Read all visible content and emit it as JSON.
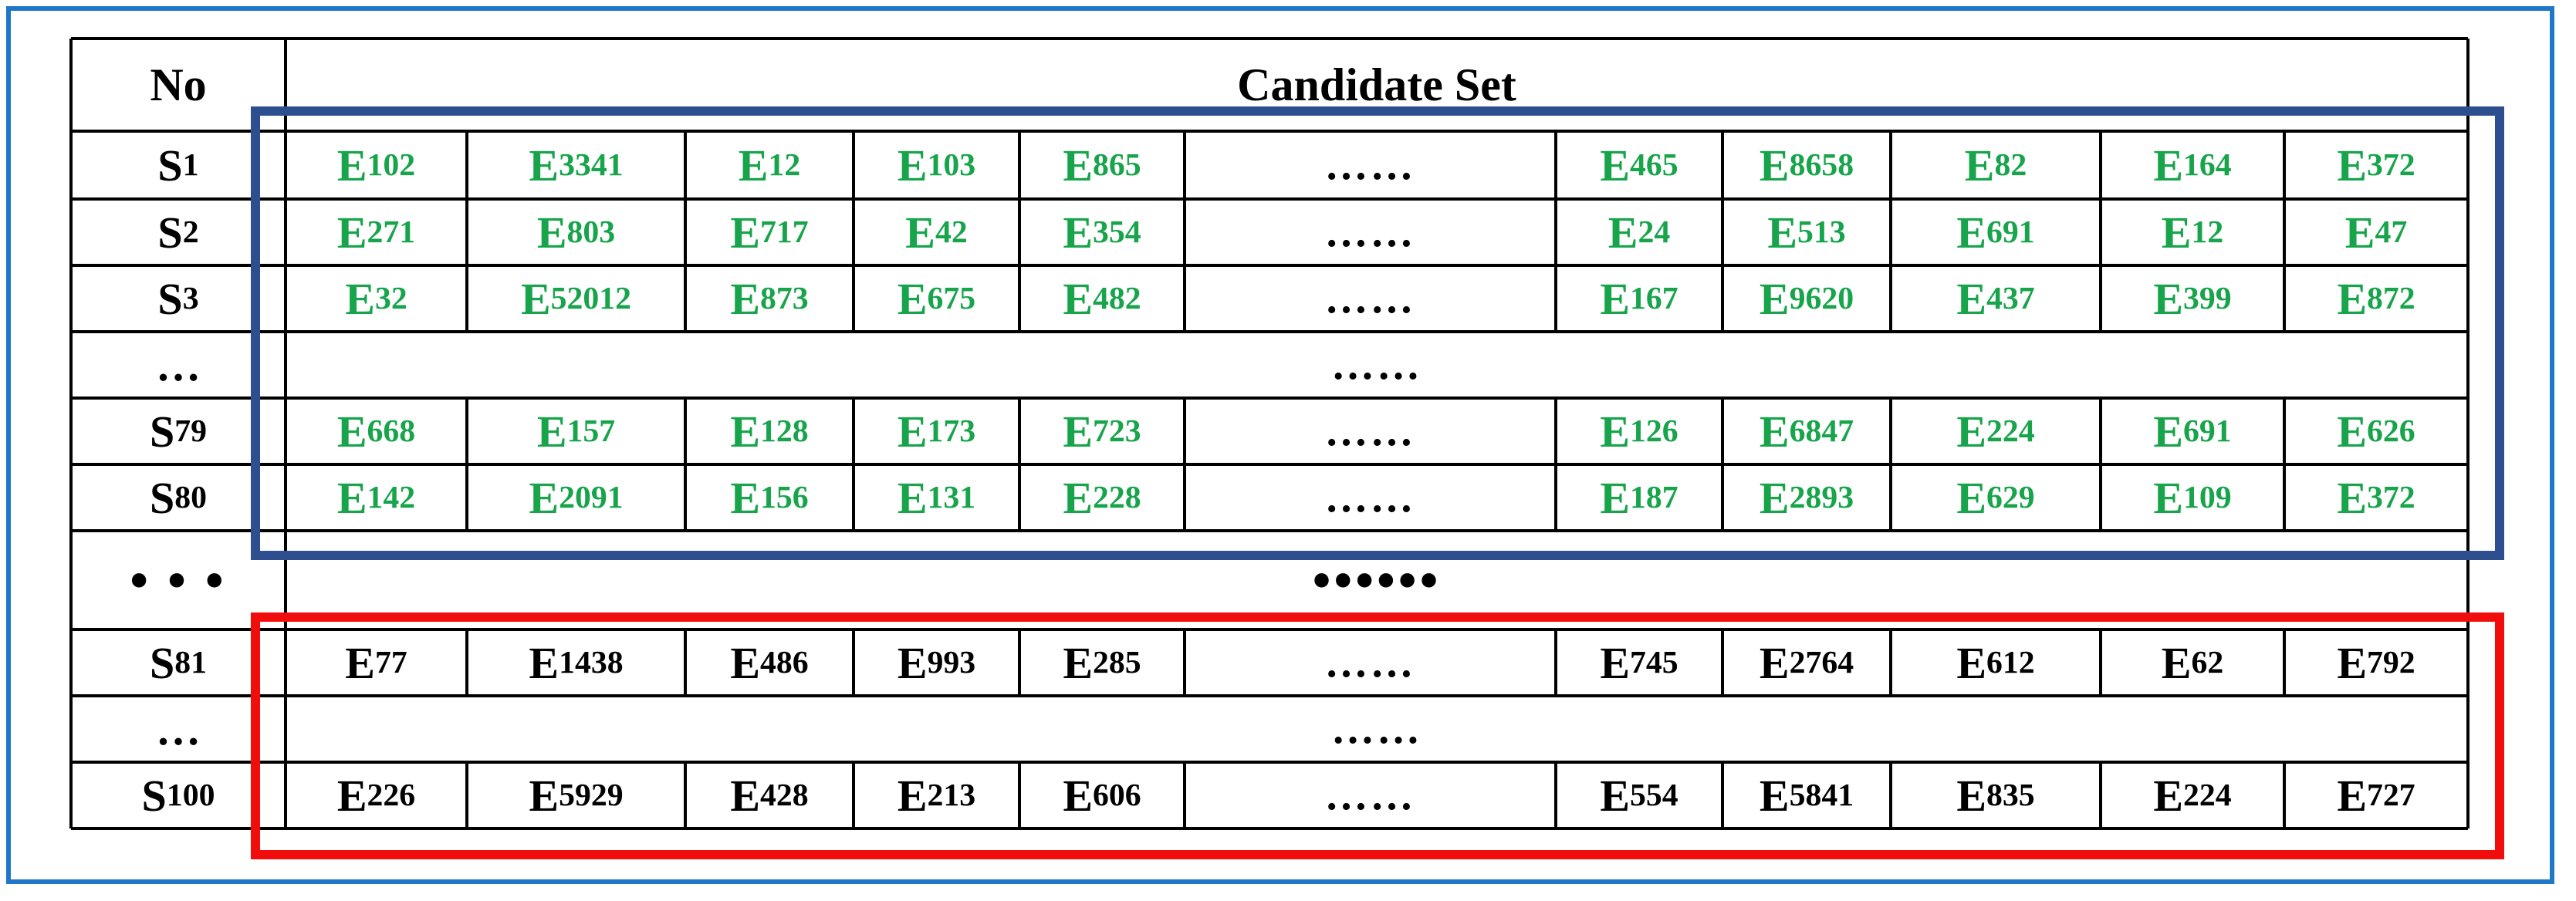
{
  "header": {
    "no_label": "No",
    "set_label": "Candidate Set"
  },
  "ellipsis_cell": "……",
  "ellipsis_row_label": "…",
  "ellipsis_row_label_big": "• • •",
  "ellipsis_row_big": "••••••",
  "colors": {
    "selected_text": "#17a44b",
    "other_text": "#000000",
    "blue_box": "#2e4f8f",
    "red_box": "#f20d0d",
    "outer_frame": "#1f77c8"
  },
  "rows": [
    {
      "label": "S",
      "sub": "1",
      "type": "data",
      "color": "green",
      "entries": [
        "102",
        "3341",
        "12",
        "103",
        "865",
        "465",
        "8658",
        "82",
        "164",
        "372"
      ]
    },
    {
      "label": "S",
      "sub": "2",
      "type": "data",
      "color": "green",
      "entries": [
        "271",
        "803",
        "717",
        "42",
        "354",
        "24",
        "513",
        "691",
        "12",
        "47"
      ]
    },
    {
      "label": "S",
      "sub": "3",
      "type": "data",
      "color": "green",
      "entries": [
        "32",
        "52012",
        "873",
        "675",
        "482",
        "167",
        "9620",
        "437",
        "399",
        "872"
      ]
    },
    {
      "type": "ellipsis"
    },
    {
      "label": "S",
      "sub": "79",
      "type": "data",
      "color": "green",
      "entries": [
        "668",
        "157",
        "128",
        "173",
        "723",
        "126",
        "6847",
        "224",
        "691",
        "626"
      ]
    },
    {
      "label": "S",
      "sub": "80",
      "type": "data",
      "color": "green",
      "entries": [
        "142",
        "2091",
        "156",
        "131",
        "228",
        "187",
        "2893",
        "629",
        "109",
        "372"
      ]
    },
    {
      "type": "ellipsis-big"
    },
    {
      "label": "S",
      "sub": "81",
      "type": "data",
      "color": "black",
      "entries": [
        "77",
        "1438",
        "486",
        "993",
        "285",
        "745",
        "2764",
        "612",
        "62",
        "792"
      ]
    },
    {
      "type": "ellipsis"
    },
    {
      "label": "S",
      "sub": "100",
      "type": "data",
      "color": "black",
      "entries": [
        "226",
        "5929",
        "428",
        "213",
        "606",
        "554",
        "5841",
        "835",
        "224",
        "727"
      ]
    }
  ]
}
